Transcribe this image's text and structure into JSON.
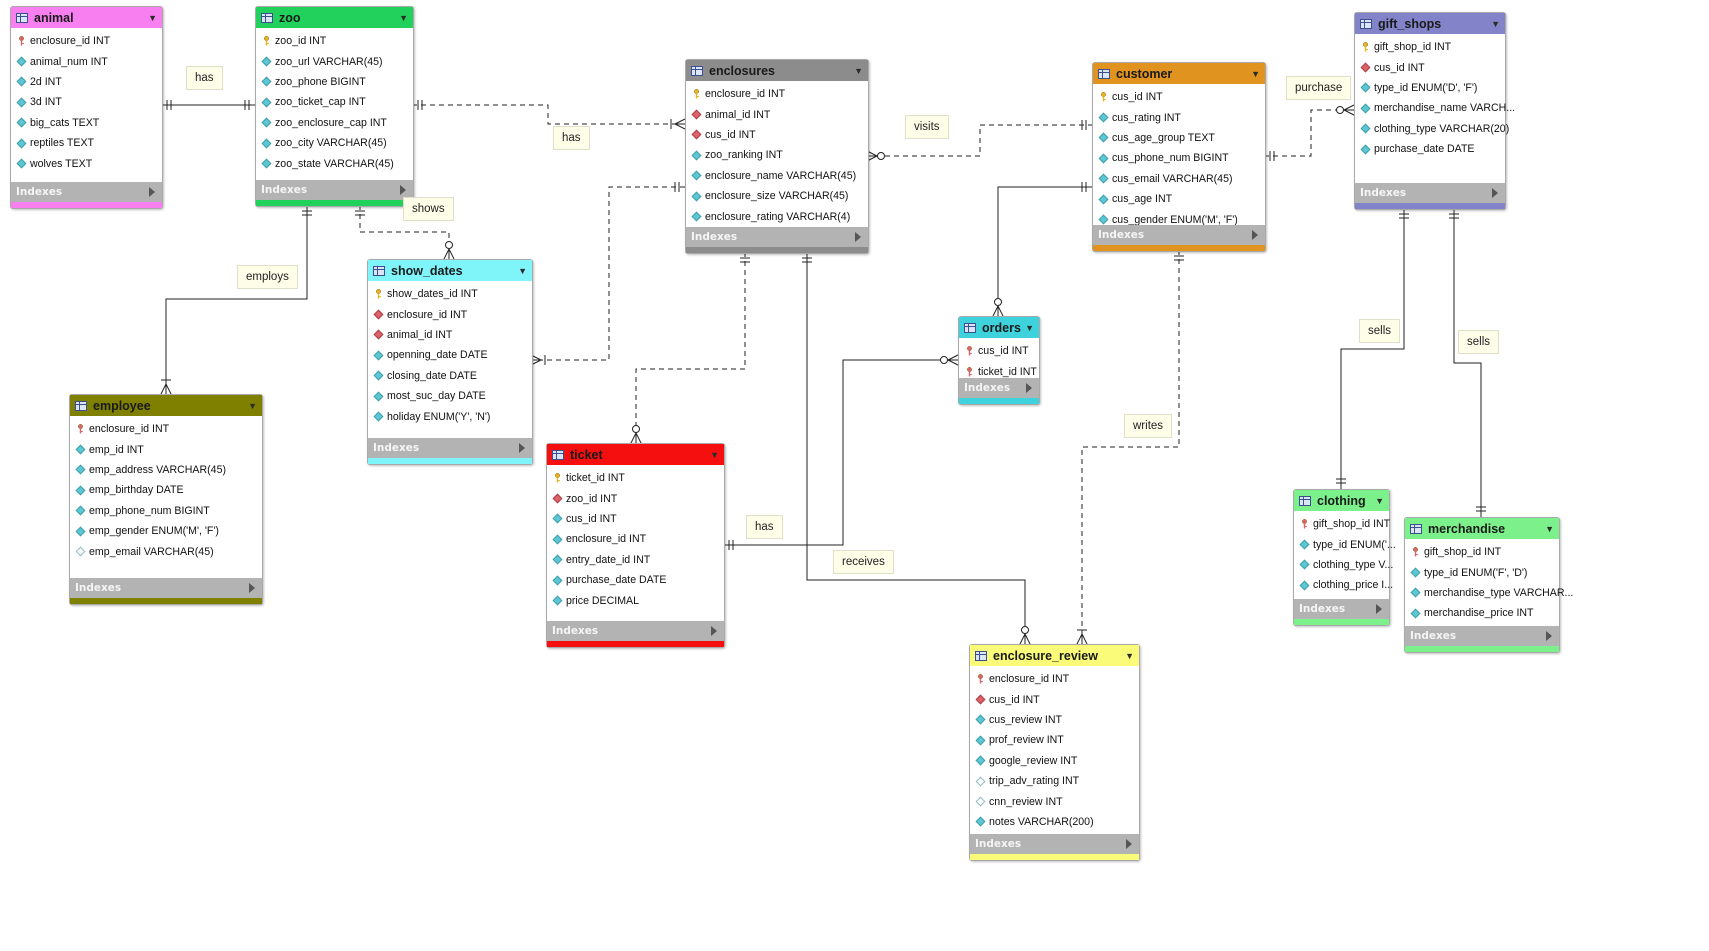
{
  "entities": [
    {
      "id": "animal",
      "name": "animal",
      "color": "#f77ff0",
      "fields": [
        {
          "text": "enclosure_id INT",
          "icon": "pk-fk"
        },
        {
          "text": "animal_num INT",
          "icon": "col"
        },
        {
          "text": "2d INT",
          "icon": "col"
        },
        {
          "text": "3d INT",
          "icon": "col"
        },
        {
          "text": "big_cats TEXT",
          "icon": "col"
        },
        {
          "text": "reptiles TEXT",
          "icon": "col"
        },
        {
          "text": "wolves TEXT",
          "icon": "col"
        }
      ],
      "indexes": "Indexes"
    },
    {
      "id": "zoo",
      "name": "zoo",
      "color": "#22d15b",
      "fields": [
        {
          "text": "zoo_id INT",
          "icon": "pk"
        },
        {
          "text": "zoo_url VARCHAR(45)",
          "icon": "col"
        },
        {
          "text": "zoo_phone BIGINT",
          "icon": "col"
        },
        {
          "text": "zoo_ticket_cap INT",
          "icon": "col"
        },
        {
          "text": "zoo_enclosure_cap INT",
          "icon": "col"
        },
        {
          "text": "zoo_city VARCHAR(45)",
          "icon": "col"
        },
        {
          "text": "zoo_state VARCHAR(45)",
          "icon": "col"
        }
      ],
      "indexes": "Indexes"
    },
    {
      "id": "enclosures",
      "name": "enclosures",
      "color": "#8c8c8c",
      "fields": [
        {
          "text": "enclosure_id INT",
          "icon": "pk"
        },
        {
          "text": "animal_id INT",
          "icon": "fk"
        },
        {
          "text": "cus_id INT",
          "icon": "fk"
        },
        {
          "text": "zoo_ranking INT",
          "icon": "col"
        },
        {
          "text": "enclosure_name VARCHAR(45)",
          "icon": "col"
        },
        {
          "text": "enclosure_size VARCHAR(45)",
          "icon": "col"
        },
        {
          "text": "enclosure_rating VARCHAR(4)",
          "icon": "col"
        }
      ],
      "indexes": "Indexes"
    },
    {
      "id": "customer",
      "name": "customer",
      "color": "#e0931e",
      "fields": [
        {
          "text": "cus_id INT",
          "icon": "pk"
        },
        {
          "text": "cus_rating INT",
          "icon": "col"
        },
        {
          "text": "cus_age_group TEXT",
          "icon": "col"
        },
        {
          "text": "cus_phone_num BIGINT",
          "icon": "col"
        },
        {
          "text": "cus_email VARCHAR(45)",
          "icon": "col"
        },
        {
          "text": "cus_age INT",
          "icon": "col"
        },
        {
          "text": "cus_gender ENUM('M', 'F')",
          "icon": "col"
        }
      ],
      "indexes": "Indexes"
    },
    {
      "id": "gift_shops",
      "name": "gift_shops",
      "color": "#8383c9",
      "fields": [
        {
          "text": "gift_shop_id INT",
          "icon": "pk"
        },
        {
          "text": "cus_id INT",
          "icon": "fk"
        },
        {
          "text": "type_id ENUM('D', 'F')",
          "icon": "col"
        },
        {
          "text": "merchandise_name VARCH...",
          "icon": "col"
        },
        {
          "text": "clothing_type VARCHAR(20)",
          "icon": "col"
        },
        {
          "text": "purchase_date DATE",
          "icon": "col"
        }
      ],
      "indexes": "Indexes"
    },
    {
      "id": "show_dates",
      "name": "show_dates",
      "color": "#7ff5fa",
      "fields": [
        {
          "text": "show_dates_id INT",
          "icon": "pk"
        },
        {
          "text": "enclosure_id INT",
          "icon": "fk"
        },
        {
          "text": "animal_id INT",
          "icon": "fk"
        },
        {
          "text": "openning_date DATE",
          "icon": "col"
        },
        {
          "text": "closing_date DATE",
          "icon": "col"
        },
        {
          "text": "most_suc_day DATE",
          "icon": "col"
        },
        {
          "text": "holiday ENUM('Y', 'N')",
          "icon": "col"
        }
      ],
      "indexes": "Indexes"
    },
    {
      "id": "employee",
      "name": "employee",
      "color": "#808000",
      "fields": [
        {
          "text": "enclosure_id INT",
          "icon": "pk-fk"
        },
        {
          "text": "emp_id INT",
          "icon": "col"
        },
        {
          "text": "emp_address VARCHAR(45)",
          "icon": "col"
        },
        {
          "text": "emp_birthday DATE",
          "icon": "col"
        },
        {
          "text": "emp_phone_num BIGINT",
          "icon": "col"
        },
        {
          "text": "emp_gender ENUM('M', 'F')",
          "icon": "col"
        },
        {
          "text": "emp_email VARCHAR(45)",
          "icon": "nul"
        }
      ],
      "indexes": "Indexes"
    },
    {
      "id": "orders",
      "name": "orders",
      "color": "#3ed3dc",
      "fields": [
        {
          "text": "cus_id INT",
          "icon": "pk-fk"
        },
        {
          "text": "ticket_id INT",
          "icon": "pk-fk"
        }
      ],
      "indexes": "Indexes"
    },
    {
      "id": "ticket",
      "name": "ticket",
      "color": "#f50f0f",
      "fields": [
        {
          "text": "ticket_id INT",
          "icon": "pk"
        },
        {
          "text": "zoo_id INT",
          "icon": "fk"
        },
        {
          "text": "cus_id INT",
          "icon": "col"
        },
        {
          "text": "enclosure_id INT",
          "icon": "col"
        },
        {
          "text": "entry_date_id INT",
          "icon": "col"
        },
        {
          "text": "purchase_date DATE",
          "icon": "col"
        },
        {
          "text": "price DECIMAL",
          "icon": "col"
        }
      ],
      "indexes": "Indexes"
    },
    {
      "id": "clothing",
      "name": "clothing",
      "color": "#7cf08a",
      "fields": [
        {
          "text": "gift_shop_id INT",
          "icon": "pk-fk"
        },
        {
          "text": "type_id ENUM('...",
          "icon": "col"
        },
        {
          "text": "clothing_type V...",
          "icon": "col"
        },
        {
          "text": "clothing_price I...",
          "icon": "col"
        }
      ],
      "indexes": "Indexes"
    },
    {
      "id": "merchandise",
      "name": "merchandise",
      "color": "#7cf08a",
      "fields": [
        {
          "text": "gift_shop_id INT",
          "icon": "pk-fk"
        },
        {
          "text": "type_id ENUM('F', 'D')",
          "icon": "col"
        },
        {
          "text": "merchandise_type VARCHAR...",
          "icon": "col"
        },
        {
          "text": "merchandise_price INT",
          "icon": "col"
        }
      ],
      "indexes": "Indexes"
    },
    {
      "id": "enclosure_review",
      "name": "enclosure_review",
      "color": "#fbfb7a",
      "fields": [
        {
          "text": "enclosure_id INT",
          "icon": "pk-fk"
        },
        {
          "text": "cus_id INT",
          "icon": "fk"
        },
        {
          "text": "cus_review INT",
          "icon": "col"
        },
        {
          "text": "prof_review INT",
          "icon": "col"
        },
        {
          "text": "google_review INT",
          "icon": "col"
        },
        {
          "text": "trip_adv_rating INT",
          "icon": "nul"
        },
        {
          "text": "cnn_review INT",
          "icon": "nul"
        },
        {
          "text": "notes VARCHAR(200)",
          "icon": "col"
        }
      ],
      "indexes": "Indexes"
    }
  ],
  "relationships": [
    {
      "id": "has-animal-zoo",
      "label": "has",
      "identifying": true
    },
    {
      "id": "has-zoo-enclosures",
      "label": "has",
      "identifying": false
    },
    {
      "id": "shows",
      "label": "shows",
      "identifying": false
    },
    {
      "id": "employs",
      "label": "employs",
      "identifying": true
    },
    {
      "id": "visits",
      "label": "visits",
      "identifying": false
    },
    {
      "id": "purchase",
      "label": "purchase",
      "identifying": false
    },
    {
      "id": "sells-clothing",
      "label": "sells",
      "identifying": true
    },
    {
      "id": "sells-merchandise",
      "label": "sells",
      "identifying": true
    },
    {
      "id": "has-ticket-orders",
      "label": "has",
      "identifying": true
    },
    {
      "id": "receives",
      "label": "receives",
      "identifying": true
    },
    {
      "id": "writes",
      "label": "writes",
      "identifying": false
    }
  ]
}
